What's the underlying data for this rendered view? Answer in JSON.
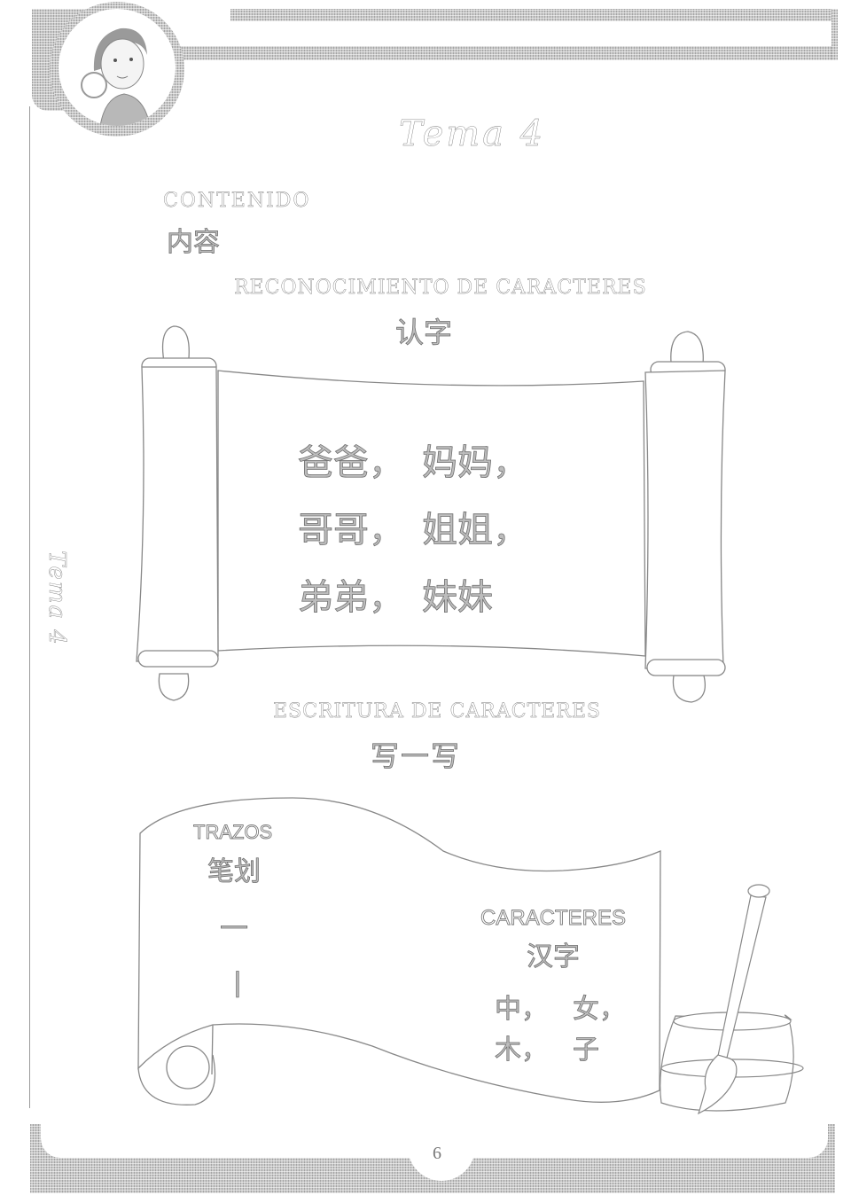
{
  "page": {
    "title": "Tema 4",
    "side_label": "Tema 4",
    "page_number": "6"
  },
  "contenido": {
    "label_es": "CONTENIDO",
    "label_zh": "内容"
  },
  "reconocimiento": {
    "heading_es": "RECONOCIMIENTO DE CARACTERES",
    "heading_zh": "认字",
    "rows": [
      {
        "left": "爸爸，",
        "right": "妈妈，"
      },
      {
        "left": "哥哥，",
        "right": "姐姐，"
      },
      {
        "left": "弟弟，",
        "right": "妹妹"
      }
    ]
  },
  "escritura": {
    "heading_es": "ESCRITURA DE CARACTERES",
    "heading_zh": "写一写",
    "trazos": {
      "label_es": "TRAZOS",
      "label_zh": "笔划",
      "strokes": [
        "一",
        "丨"
      ]
    },
    "caracteres": {
      "label_es": "CARACTERES",
      "label_zh": "汉字",
      "rows": [
        {
          "left": "中，",
          "right": "女，"
        },
        {
          "left": "木，",
          "right": "子"
        }
      ]
    }
  },
  "illustrations": {
    "avatar": "girl-portrait",
    "top_scroll": "paper-scroll",
    "bottom_scroll": "banner-scroll",
    "brush": "brush-in-ink-pot"
  }
}
